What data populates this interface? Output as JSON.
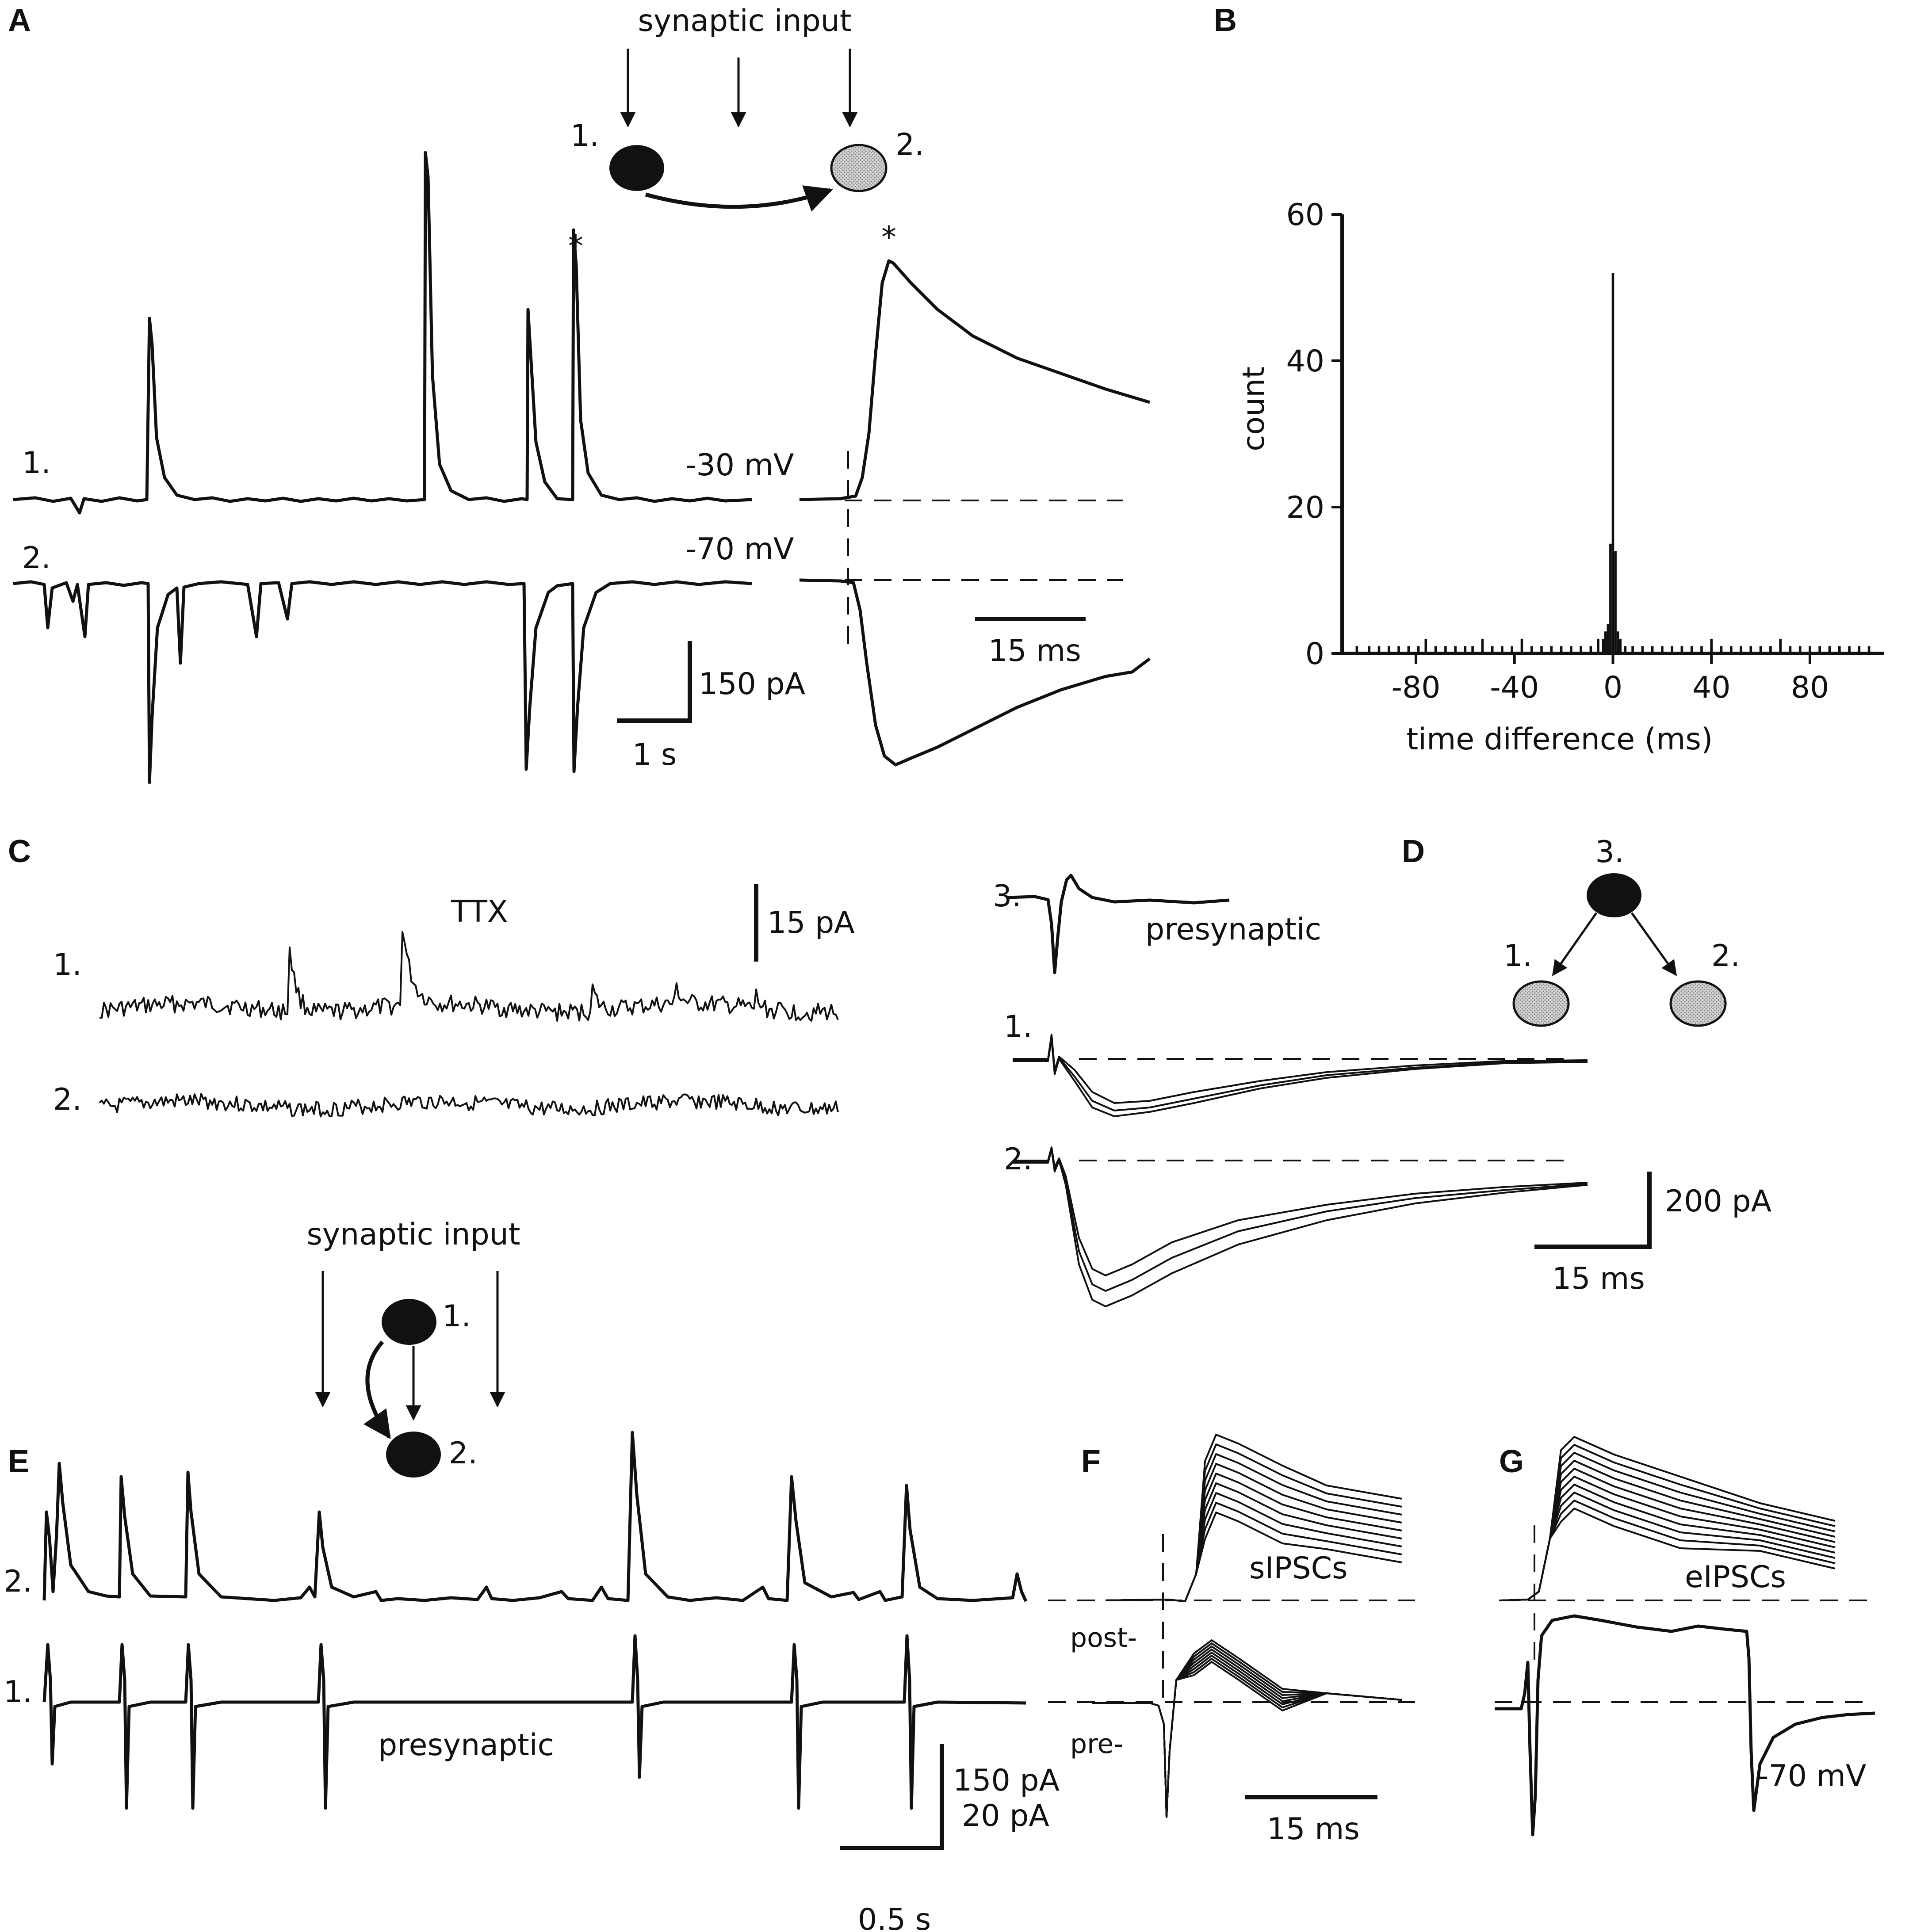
{
  "panels": {
    "A": {
      "letter": "A",
      "diagram_title": "synaptic input",
      "cell1_label": "1.",
      "cell2_label": "2.",
      "trace1_label": "1.",
      "trace2_label": "2.",
      "voltage1": "-30 mV",
      "voltage2": "-70 mV",
      "star1": "*",
      "star2": "*",
      "scale_y": "150 pA",
      "scale_x": "1 s",
      "scale_inset": "15 ms"
    },
    "B": {
      "letter": "B"
    },
    "C": {
      "letter": "C",
      "condition": "TTX",
      "trace1_label": "1.",
      "trace2_label": "2.",
      "scale_y": "15 pA"
    },
    "D": {
      "letter": "D",
      "trace3_label": "3.",
      "presyn_label": "presynaptic",
      "trace1_label": "1.",
      "trace2_label": "2.",
      "cell3_label": "3.",
      "cell1_label": "1.",
      "cell2_label": "2.",
      "scale_y": "200 pA",
      "scale_x": "15 ms"
    },
    "E": {
      "letter": "E",
      "diagram_title": "synaptic input",
      "cell1_label": "1.",
      "cell2_label": "2.",
      "trace2_label": "2.",
      "trace1_label": "1.",
      "presyn_label": "presynaptic",
      "scale_y1": "150 pA",
      "scale_y2": "20 pA",
      "scale_x": "0.5 s"
    },
    "F": {
      "letter": "F",
      "label": "sIPSCs",
      "post_label": "post-",
      "pre_label": "pre-",
      "scale_x": "15 ms"
    },
    "G": {
      "letter": "G",
      "label": "eIPSCs",
      "voltage": "-70 mV"
    }
  },
  "chart_data": {
    "type": "bar",
    "xlabel": "time difference (ms)",
    "ylabel": "count",
    "xlim": [
      -110,
      110
    ],
    "ylim": [
      0,
      60
    ],
    "xticks": [
      -80,
      -40,
      0,
      40,
      80
    ],
    "yticks": [
      0,
      20,
      40,
      60
    ],
    "xtick_labels": [
      "-80",
      "-40",
      "0",
      "40",
      "80"
    ],
    "ytick_labels": [
      "0",
      "20",
      "40",
      "60"
    ],
    "bin_width": 1,
    "bars": [
      {
        "x": -104,
        "y": 1
      },
      {
        "x": -99,
        "y": 1
      },
      {
        "x": -95,
        "y": 1
      },
      {
        "x": -91,
        "y": 1
      },
      {
        "x": -87,
        "y": 1
      },
      {
        "x": -83,
        "y": 1
      },
      {
        "x": -79,
        "y": 1
      },
      {
        "x": -76,
        "y": 2
      },
      {
        "x": -72,
        "y": 1
      },
      {
        "x": -68,
        "y": 1
      },
      {
        "x": -64,
        "y": 1
      },
      {
        "x": -60,
        "y": 1
      },
      {
        "x": -57,
        "y": 1
      },
      {
        "x": -53,
        "y": 2
      },
      {
        "x": -49,
        "y": 1
      },
      {
        "x": -45,
        "y": 1
      },
      {
        "x": -41,
        "y": 1
      },
      {
        "x": -37,
        "y": 2
      },
      {
        "x": -33,
        "y": 1
      },
      {
        "x": -29,
        "y": 1
      },
      {
        "x": -25,
        "y": 1
      },
      {
        "x": -21,
        "y": 1
      },
      {
        "x": -17,
        "y": 1
      },
      {
        "x": -13,
        "y": 1
      },
      {
        "x": -9,
        "y": 1
      },
      {
        "x": -6,
        "y": 2
      },
      {
        "x": -4,
        "y": 2
      },
      {
        "x": -3,
        "y": 3
      },
      {
        "x": -2,
        "y": 4
      },
      {
        "x": -1,
        "y": 15
      },
      {
        "x": 0,
        "y": 52
      },
      {
        "x": 1,
        "y": 14
      },
      {
        "x": 2,
        "y": 3
      },
      {
        "x": 3,
        "y": 2
      },
      {
        "x": 5,
        "y": 1
      },
      {
        "x": 8,
        "y": 1
      },
      {
        "x": 12,
        "y": 1
      },
      {
        "x": 16,
        "y": 1
      },
      {
        "x": 20,
        "y": 1
      },
      {
        "x": 24,
        "y": 1
      },
      {
        "x": 28,
        "y": 1
      },
      {
        "x": 32,
        "y": 1
      },
      {
        "x": 36,
        "y": 1
      },
      {
        "x": 40,
        "y": 2
      },
      {
        "x": 44,
        "y": 1
      },
      {
        "x": 48,
        "y": 1
      },
      {
        "x": 52,
        "y": 1
      },
      {
        "x": 56,
        "y": 1
      },
      {
        "x": 60,
        "y": 1
      },
      {
        "x": 64,
        "y": 1
      },
      {
        "x": 68,
        "y": 2
      },
      {
        "x": 72,
        "y": 1
      },
      {
        "x": 76,
        "y": 1
      },
      {
        "x": 80,
        "y": 1
      },
      {
        "x": 84,
        "y": 1
      },
      {
        "x": 88,
        "y": 1
      },
      {
        "x": 92,
        "y": 1
      },
      {
        "x": 96,
        "y": 1
      },
      {
        "x": 100,
        "y": 1
      },
      {
        "x": 104,
        "y": 1
      }
    ]
  }
}
